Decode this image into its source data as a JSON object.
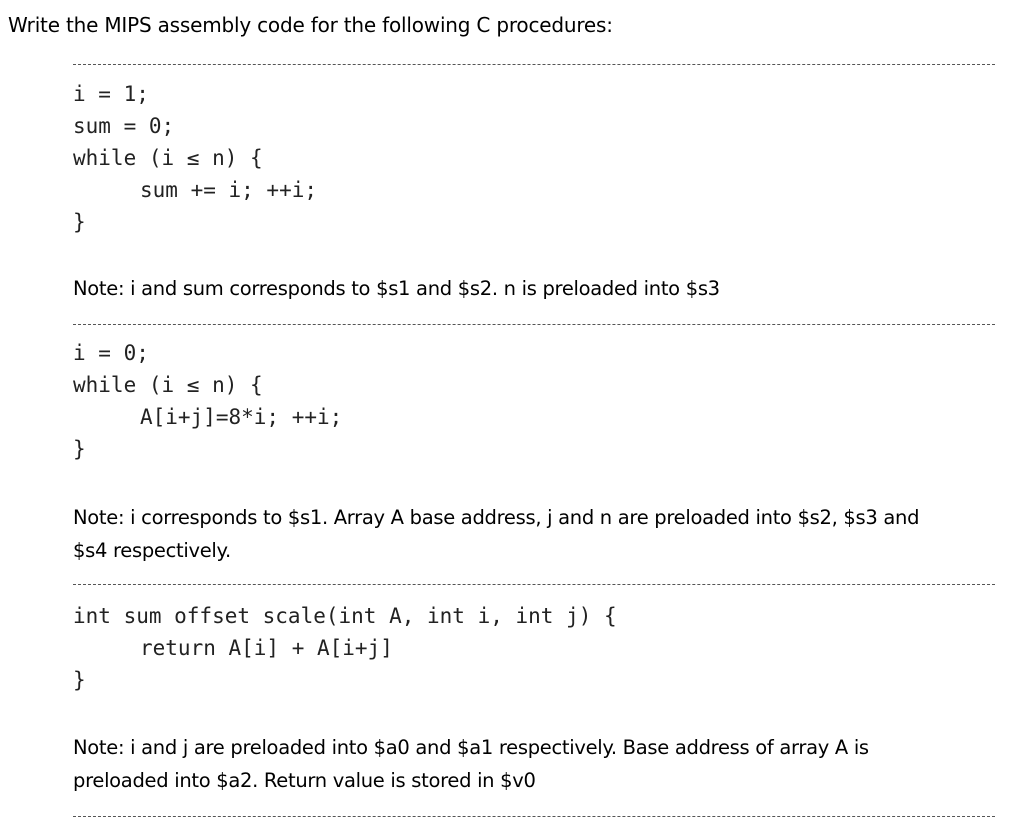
{
  "heading": "Write the MIPS assembly code for the following C procedures:",
  "problems": [
    {
      "code": [
        "i = 1;",
        "sum = 0;",
        "while (i ≤ n) {",
        "sum += i; ++i;",
        "}"
      ],
      "note": [
        "Note: i and sum corresponds to $s1 and $s2. n is preloaded into $s3"
      ]
    },
    {
      "code": [
        "i = 0;",
        "while (i ≤ n) {",
        "A[i+j]=8*i; ++i;",
        "}"
      ],
      "note": [
        "Note: i corresponds to $s1. Array A base address, j and n are preloaded into $s2, $s3 and",
        "$s4 respectively."
      ]
    },
    {
      "code": [
        "int sum offset scale(int A, int i, int j) {",
        "return A[i] + A[i+j]",
        "}"
      ],
      "note": [
        "Note: i and j are preloaded into $a0 and $a1 respectively. Base address of array A is",
        "preloaded into $a2. Return value is stored in $v0"
      ]
    }
  ]
}
